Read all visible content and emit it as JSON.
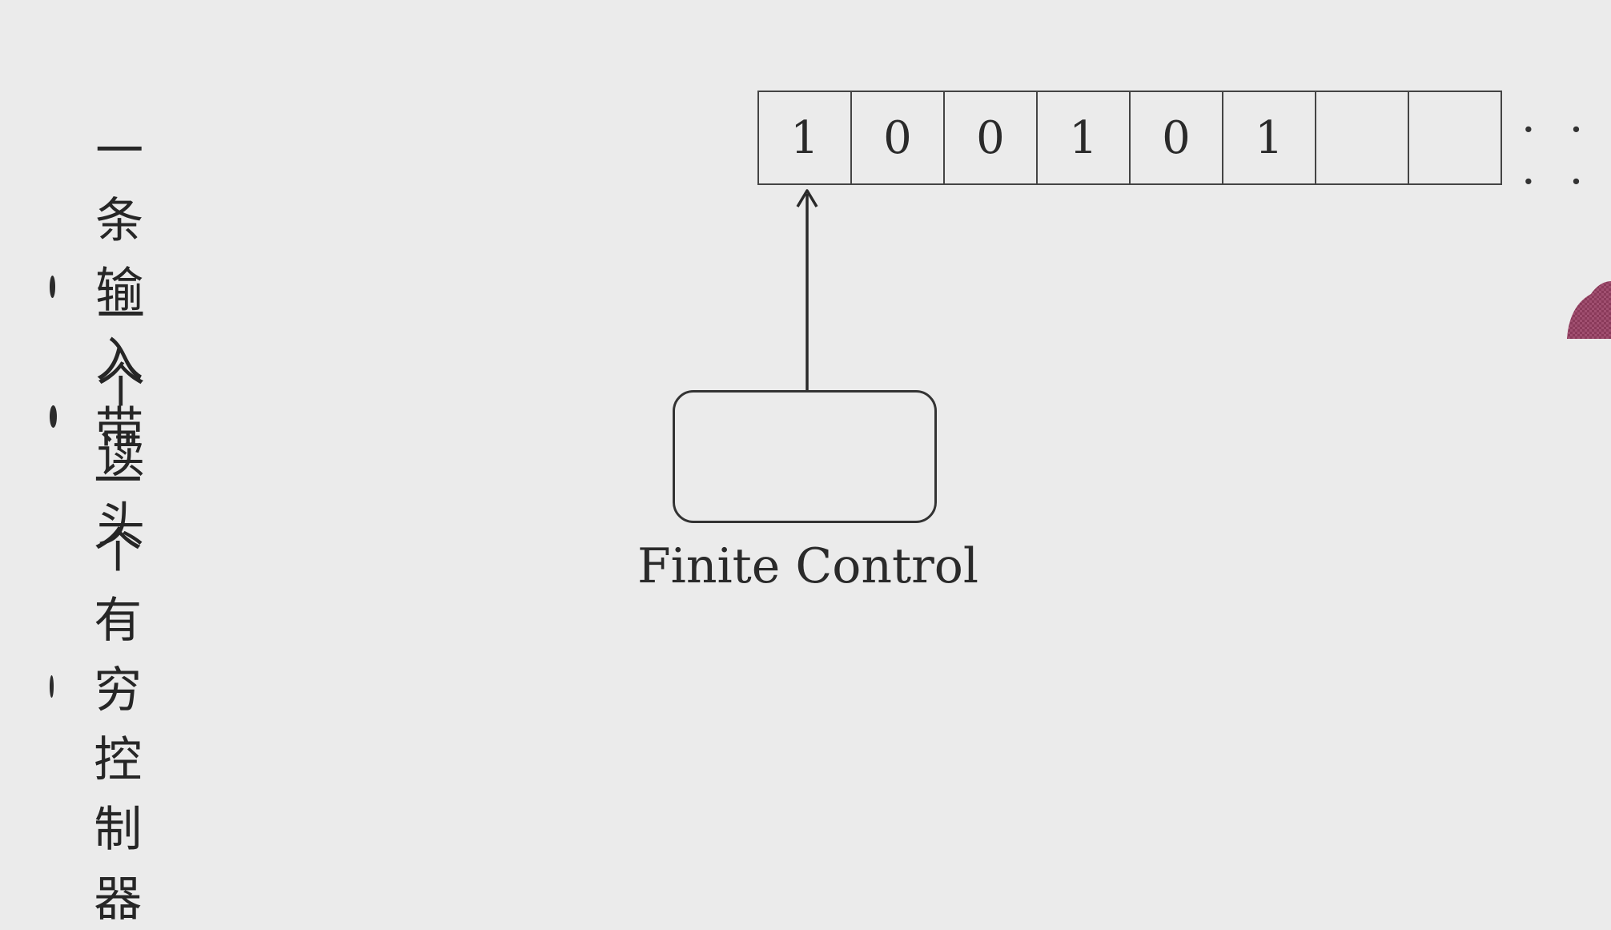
{
  "bullets": [
    {
      "text": "一条输入带"
    },
    {
      "text": "一个读头"
    },
    {
      "text": "一个有穷控制器"
    }
  ],
  "tape": {
    "cells": [
      "1",
      "0",
      "0",
      "1",
      "0",
      "1",
      "",
      ""
    ],
    "ellipsis": "· · · ·"
  },
  "control": {
    "label": "Finite Control"
  },
  "colors": {
    "background": "#ebebeb",
    "ink": "#222222",
    "figure": "#8a3a5a"
  }
}
